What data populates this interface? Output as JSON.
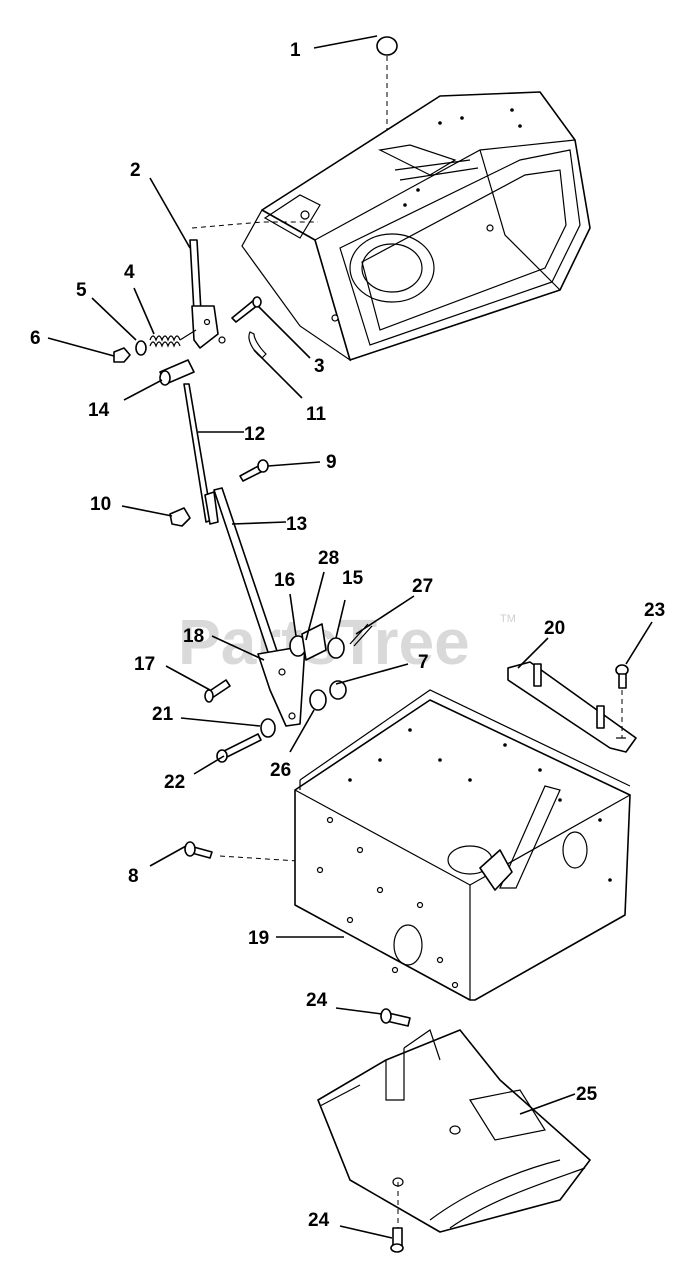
{
  "watermark": {
    "text": "PartsTree",
    "trademark": "TM"
  },
  "callouts": [
    {
      "id": "1",
      "label": "1"
    },
    {
      "id": "2",
      "label": "2"
    },
    {
      "id": "3",
      "label": "3"
    },
    {
      "id": "4",
      "label": "4"
    },
    {
      "id": "5",
      "label": "5"
    },
    {
      "id": "6",
      "label": "6"
    },
    {
      "id": "7",
      "label": "7"
    },
    {
      "id": "8",
      "label": "8"
    },
    {
      "id": "9",
      "label": "9"
    },
    {
      "id": "10",
      "label": "10"
    },
    {
      "id": "11",
      "label": "11"
    },
    {
      "id": "12",
      "label": "12"
    },
    {
      "id": "13",
      "label": "13"
    },
    {
      "id": "14",
      "label": "14"
    },
    {
      "id": "15",
      "label": "15"
    },
    {
      "id": "16",
      "label": "16"
    },
    {
      "id": "17",
      "label": "17"
    },
    {
      "id": "18",
      "label": "18"
    },
    {
      "id": "19",
      "label": "19"
    },
    {
      "id": "20",
      "label": "20"
    },
    {
      "id": "21",
      "label": "21"
    },
    {
      "id": "22",
      "label": "22"
    },
    {
      "id": "23",
      "label": "23"
    },
    {
      "id": "24a",
      "label": "24"
    },
    {
      "id": "24b",
      "label": "24"
    },
    {
      "id": "25",
      "label": "25"
    },
    {
      "id": "26",
      "label": "26"
    },
    {
      "id": "27",
      "label": "27"
    },
    {
      "id": "28",
      "label": "28"
    }
  ]
}
